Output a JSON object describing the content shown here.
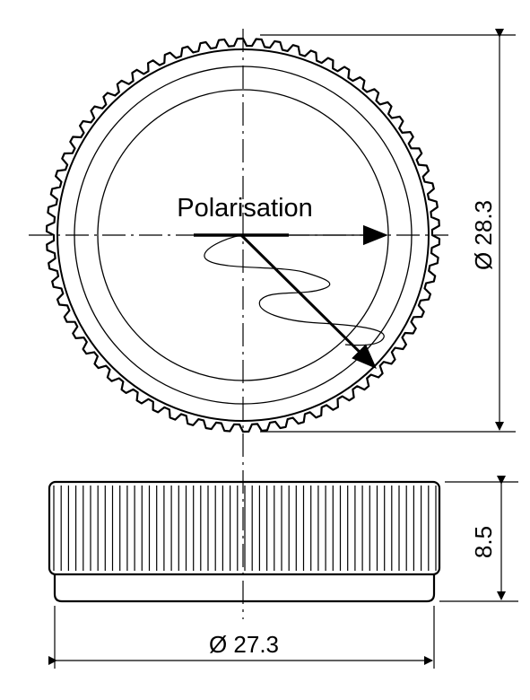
{
  "labels": {
    "polarisation": "Polarisation",
    "outer_diameter": "Ø 28.3",
    "base_diameter": "Ø 27.3",
    "height": "8.5"
  },
  "colors": {
    "line": "#000000",
    "background": "#ffffff"
  }
}
